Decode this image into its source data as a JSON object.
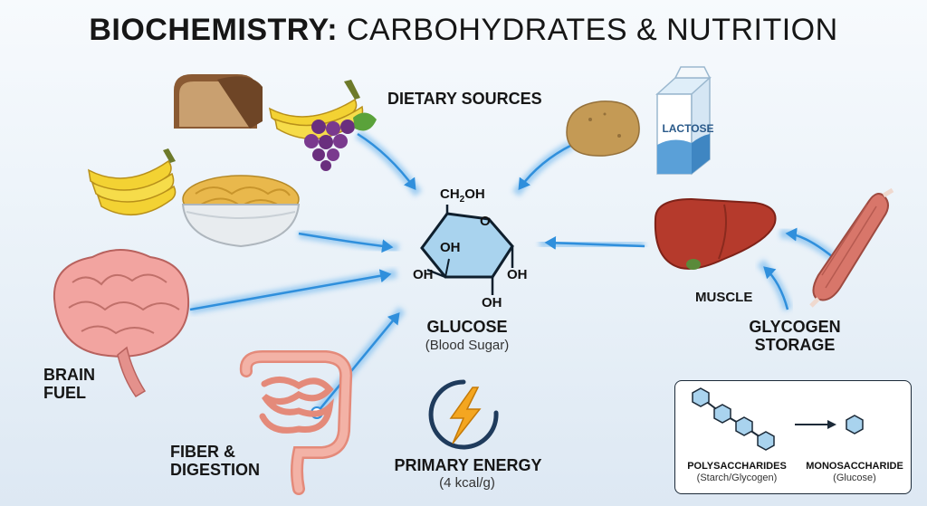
{
  "title": {
    "bold": "BIOCHEMISTRY:",
    "light": "CARBOHYDRATES & NUTRITION"
  },
  "labels": {
    "dietary_sources": "DIETARY SOURCES",
    "glucose": "GLUCOSE",
    "glucose_sub": "(Blood Sugar)",
    "brain_line1": "BRAIN",
    "brain_line2": "FUEL",
    "fiber_line1": "FIBER &",
    "fiber_line2": "DIGESTION",
    "energy": "PRIMARY ENERGY",
    "energy_sub": "(4 kcal/g)",
    "muscle": "MUSCLE",
    "glycogen_line1": "GLYCOGEN",
    "glycogen_line2": "STORAGE",
    "lactose": "LACTOSE"
  },
  "molecule": {
    "ch2oh_prefix": "CH",
    "ch2oh_sub": "2",
    "ch2oh_suffix": "OH",
    "ring_o": "O",
    "oh_top": "OH",
    "oh_left": "OH",
    "oh_right": "OH",
    "oh_bottom": "OH"
  },
  "legend": {
    "poly_title": "POLYSACCHARIDES",
    "poly_sub": "(Starch/Glycogen)",
    "mono_title": "MONOSACCHARIDE",
    "mono_sub": "(Glucose)"
  },
  "colors": {
    "arrow_glow": "#8cc4f0",
    "arrow_core": "#2f8fdc",
    "hexagon_fill": "#a9d3ee",
    "liver": "#b53a2c",
    "brain": "#f2a4a0",
    "intestine": "#f0a79a",
    "energy_ring": "#1f3b5c",
    "bolt": "#f4a620"
  },
  "icons": [
    "bread-icon",
    "banana-icon",
    "grapes-icon",
    "pasta-bowl-icon",
    "potato-icon",
    "milk-carton-icon",
    "liver-icon",
    "muscle-icon",
    "brain-icon",
    "intestine-icon",
    "lightning-bolt-icon"
  ]
}
